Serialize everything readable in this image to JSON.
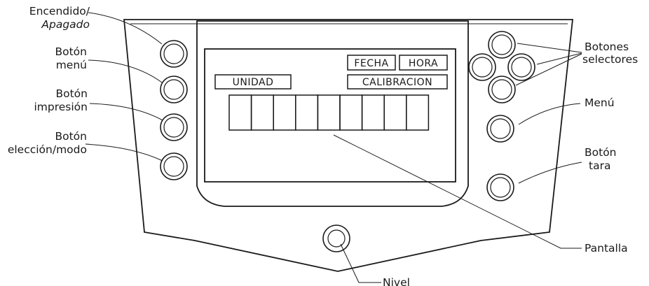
{
  "labels": {
    "power_line1": "Encendido/",
    "power_line2": "Apagado",
    "menu_btn_line1": "Botón",
    "menu_btn_line2": "menú",
    "print_btn_line1": "Botón",
    "print_btn_line2": "impresión",
    "mode_btn_line1": "Botón",
    "mode_btn_line2": "elección/modo",
    "selectors_line1": "Botones",
    "selectors_line2": "selectores",
    "menu": "Menú",
    "tare_line1": "Botón",
    "tare_line2": "tara",
    "display": "Pantalla",
    "level": "Nivel"
  },
  "lcd": {
    "fecha": "FECHA",
    "hora": "HORA",
    "unidad": "UNIDAD",
    "calibracion": "CALIBRACION",
    "digit_cells": 9
  }
}
